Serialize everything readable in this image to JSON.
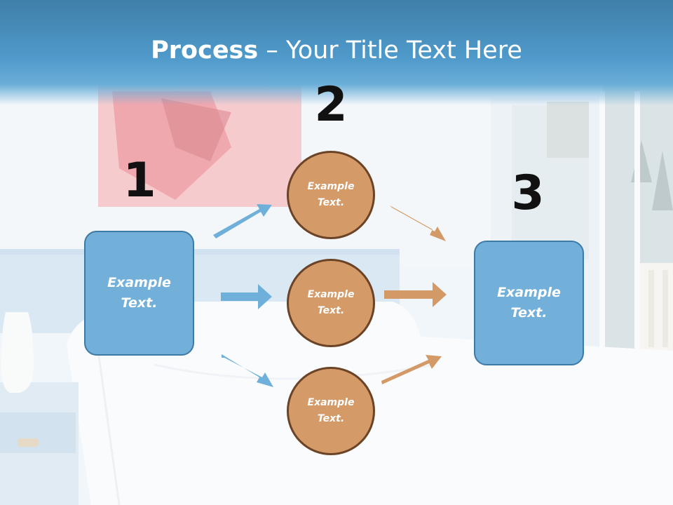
{
  "title": {
    "bold": "Process",
    "rest": " – Your Title Text Here"
  },
  "numbers": {
    "one": "1",
    "two": "2",
    "three": "3"
  },
  "left_box": {
    "text": "Example Text."
  },
  "right_box": {
    "text": "Example Text."
  },
  "circles": [
    {
      "text": "Example Text."
    },
    {
      "text": "Example Text."
    },
    {
      "text": "Example Text."
    }
  ],
  "colors": {
    "header": "#4f9acb",
    "box_fill": "#72b0da",
    "circle_fill": "#d49a68",
    "blue_arrow": "#6eb0d9",
    "orange_arrow": "#d39a67"
  }
}
